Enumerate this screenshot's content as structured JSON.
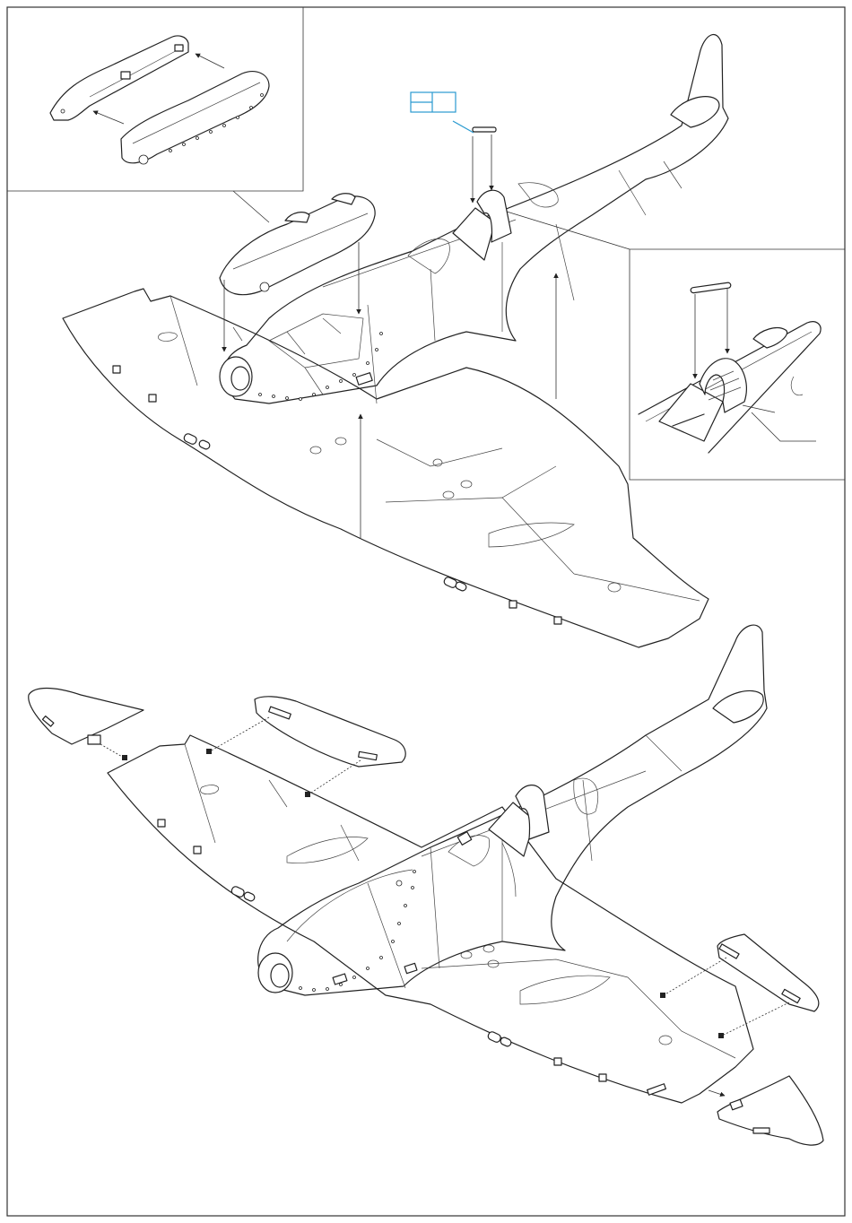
{
  "sheet": {
    "accent_color": "#2a9ad0",
    "line_color": "#222222",
    "background_color": "#ffffff"
  },
  "steps": [
    {
      "step": "upper",
      "parts": [
        "upper-cowl-top",
        "upper-cowl-panel",
        "cockpit-rod",
        "cockpit-frame",
        "fuselage",
        "wing"
      ]
    },
    {
      "step": "lower",
      "parts": [
        "left-wingtip",
        "left-aileron",
        "right-aileron",
        "right-wingtip",
        "fuselage",
        "wing"
      ]
    }
  ],
  "reference_box": {
    "cells": 2,
    "text": ""
  }
}
